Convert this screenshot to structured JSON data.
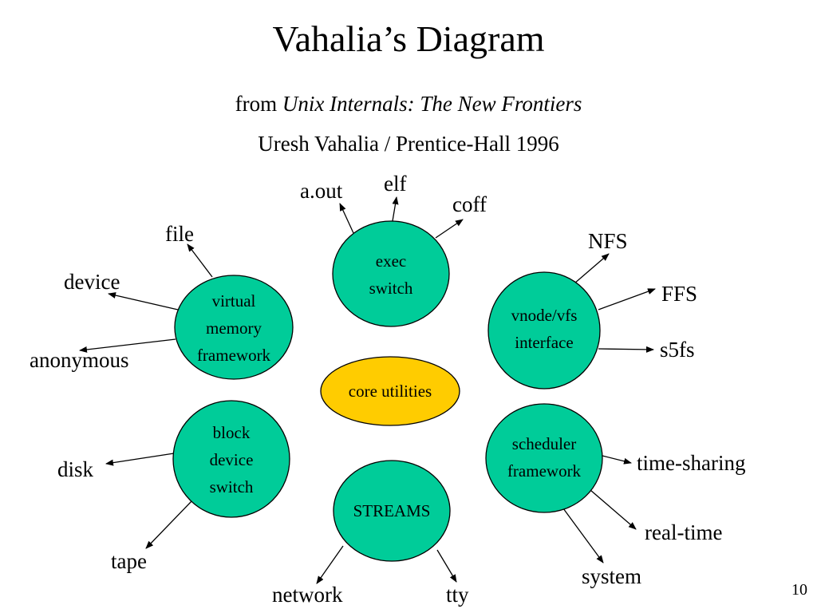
{
  "slide": {
    "title": "Vahalia’s Diagram",
    "subtitle_prefix": "from ",
    "subtitle_book": "Unix Internals: The New Frontiers",
    "credit": "Uresh Vahalia / Prentice-Hall 1996",
    "page_number": "10"
  },
  "colors": {
    "node_fill": "#00CC99",
    "core_fill": "#FFCC00",
    "stroke": "#000000"
  },
  "nodes": {
    "exec": {
      "lines": [
        "exec",
        "switch"
      ]
    },
    "vm": {
      "lines": [
        "virtual",
        "memory",
        "framework"
      ]
    },
    "vnode": {
      "lines": [
        "vnode/vfs",
        "interface"
      ]
    },
    "core": {
      "lines": [
        "core utilities"
      ]
    },
    "block": {
      "lines": [
        "block",
        "device",
        "switch"
      ]
    },
    "streams": {
      "lines": [
        "STREAMS"
      ]
    },
    "sched": {
      "lines": [
        "scheduler",
        "framework"
      ]
    }
  },
  "labels": {
    "aout": "a.out",
    "elf": "elf",
    "coff": "coff",
    "file": "file",
    "device": "device",
    "anonymous": "anonymous",
    "nfs": "NFS",
    "ffs": "FFS",
    "s5fs": "s5fs",
    "disk": "disk",
    "tape": "tape",
    "network": "network",
    "tty": "tty",
    "timesharing": "time-sharing",
    "realtime": "real-time",
    "system": "system"
  }
}
